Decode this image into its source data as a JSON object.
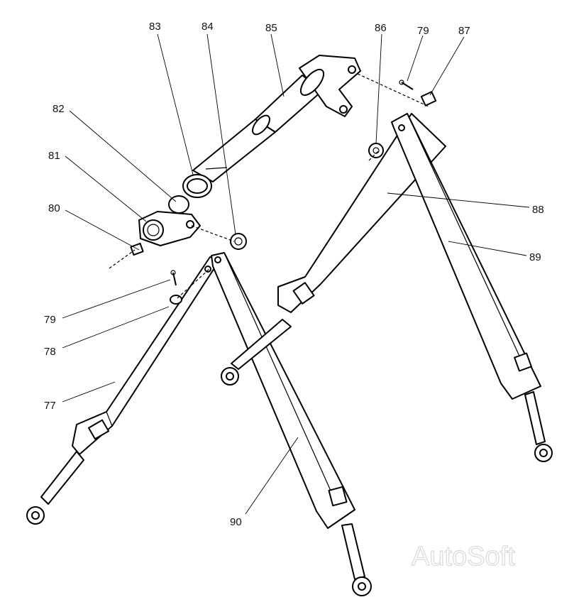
{
  "callouts": [
    "77",
    "78",
    "79",
    "79",
    "80",
    "81",
    "82",
    "83",
    "84",
    "85",
    "86",
    "87",
    "88",
    "89",
    "90"
  ],
  "watermark": "AutoSoft"
}
